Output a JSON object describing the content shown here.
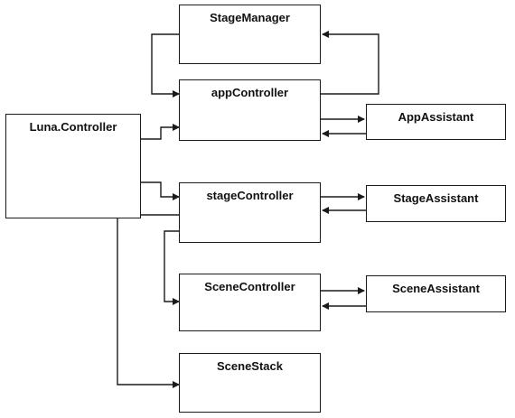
{
  "nodes": {
    "stage_manager": "StageManager",
    "app_controller": "appController",
    "app_assistant": "AppAssistant",
    "luna_controller": "Luna.Controller",
    "stage_controller": "stageController",
    "stage_assistant": "StageAssistant",
    "scene_controller": "SceneController",
    "scene_assistant": "SceneAssistant",
    "scene_stack": "SceneStack"
  }
}
